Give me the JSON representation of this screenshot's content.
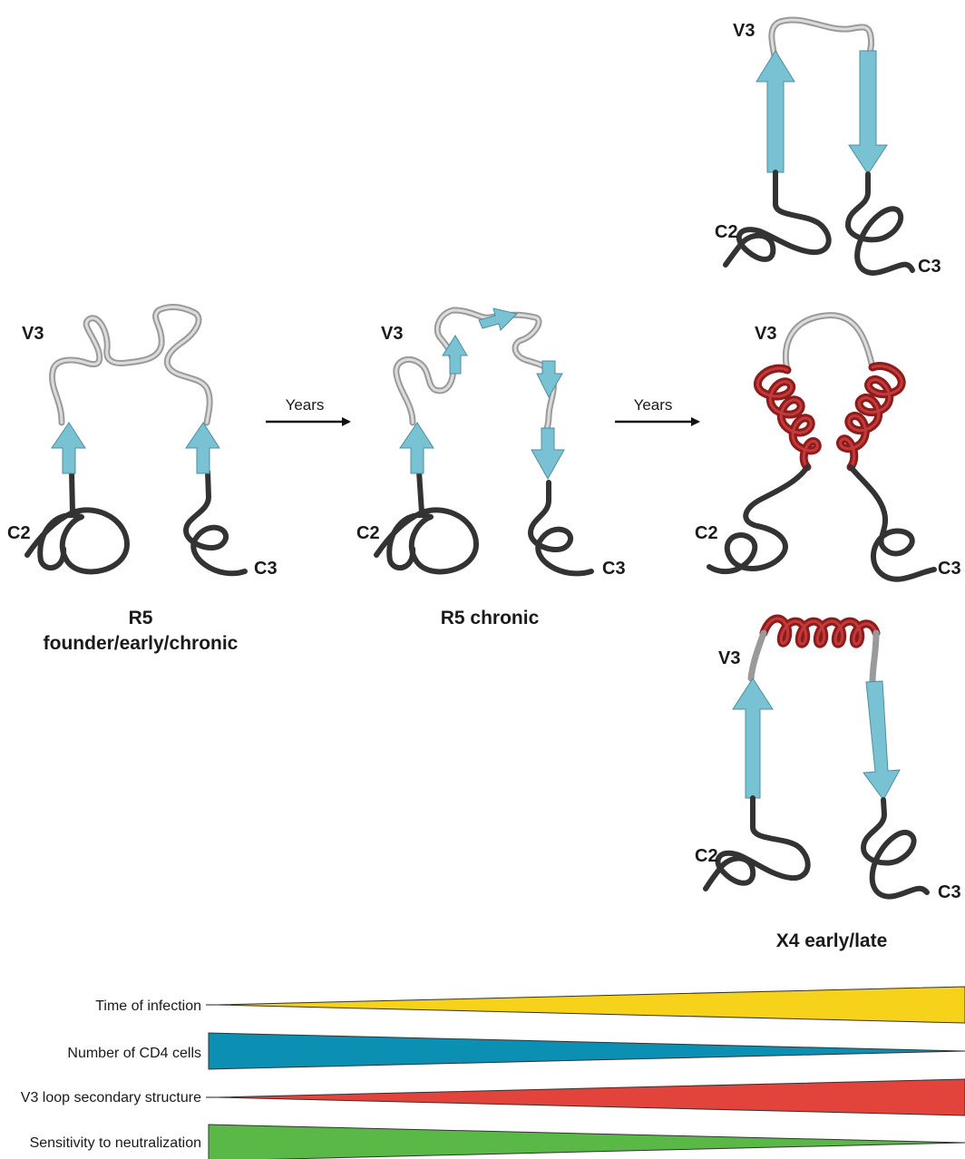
{
  "structures": {
    "r5_founder": {
      "v3": "V3",
      "c2": "C2",
      "c3": "C3"
    },
    "r5_chronic": {
      "v3": "V3",
      "c2": "C2",
      "c3": "C3"
    },
    "x4_sheet": {
      "v3": "V3",
      "c2": "C2",
      "c3": "C3"
    },
    "x4_helix": {
      "v3": "V3",
      "c2": "C2",
      "c3": "C3"
    },
    "x4_mixed": {
      "v3": "V3",
      "c2": "C2",
      "c3": "C3"
    }
  },
  "captions": {
    "r5_founder_line1": "R5",
    "r5_founder_line2": "founder/early/chronic",
    "r5_chronic": "R5 chronic",
    "x4": "X4 early/late"
  },
  "transitions": [
    {
      "label": "Years"
    },
    {
      "label": "Years"
    }
  ],
  "trends": [
    {
      "label": "Time of infection",
      "direction": "increasing",
      "color": "#f7d21b"
    },
    {
      "label": "Number of CD4 cells",
      "direction": "decreasing",
      "color": "#0b8fb3"
    },
    {
      "label": "V3 loop secondary structure",
      "direction": "increasing",
      "color": "#e2433a"
    },
    {
      "label": "Sensitivity to neutralization",
      "direction": "decreasing",
      "color": "#5ab847"
    }
  ],
  "colors": {
    "beta_sheet": "#79c2d4",
    "alpha_helix": "#8e1c1c",
    "loop": "#9a9a9a",
    "backbone": "#333333"
  }
}
